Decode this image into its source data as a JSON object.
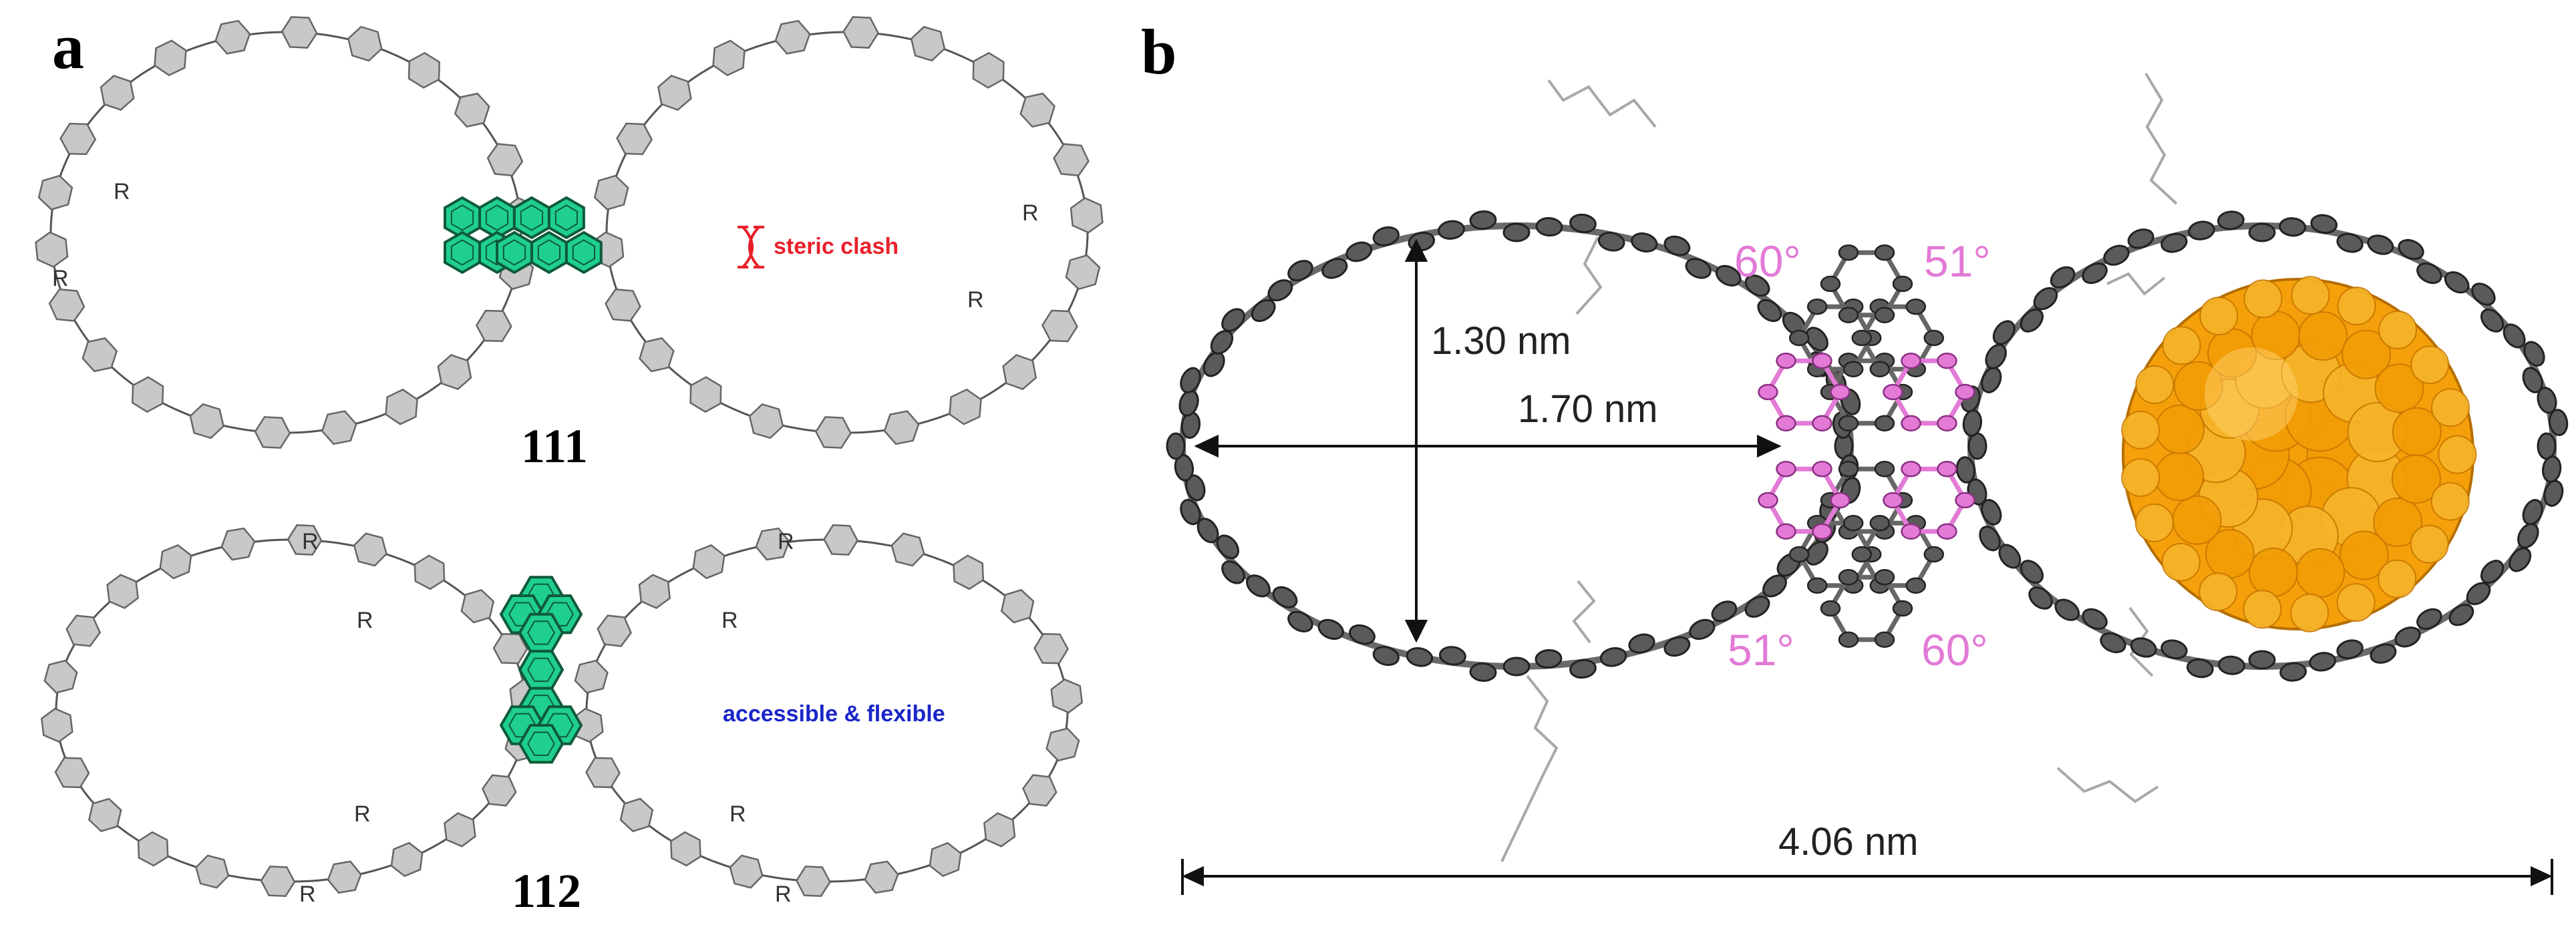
{
  "panels": {
    "a": {
      "letter": "a",
      "compound_top": "111",
      "compound_bottom": "112",
      "substituent": "R",
      "note_top": "steric clash",
      "note_bottom": "accessible & flexible"
    },
    "b": {
      "letter": "b",
      "height_label": "1.30 nm",
      "width_label": "1.70 nm",
      "length_label": "4.06 nm",
      "angles": [
        "60°",
        "51°",
        "51°",
        "60°"
      ]
    }
  },
  "colors": {
    "pah_core": "#1fcf8f",
    "benzene": "#c8c8c8",
    "bond": "#555555",
    "steric": "#e8202a",
    "accessible": "#1a26c8",
    "atom": "#555555",
    "pink_atom": "#e27ad6",
    "fullerene": "#f5a00a"
  }
}
